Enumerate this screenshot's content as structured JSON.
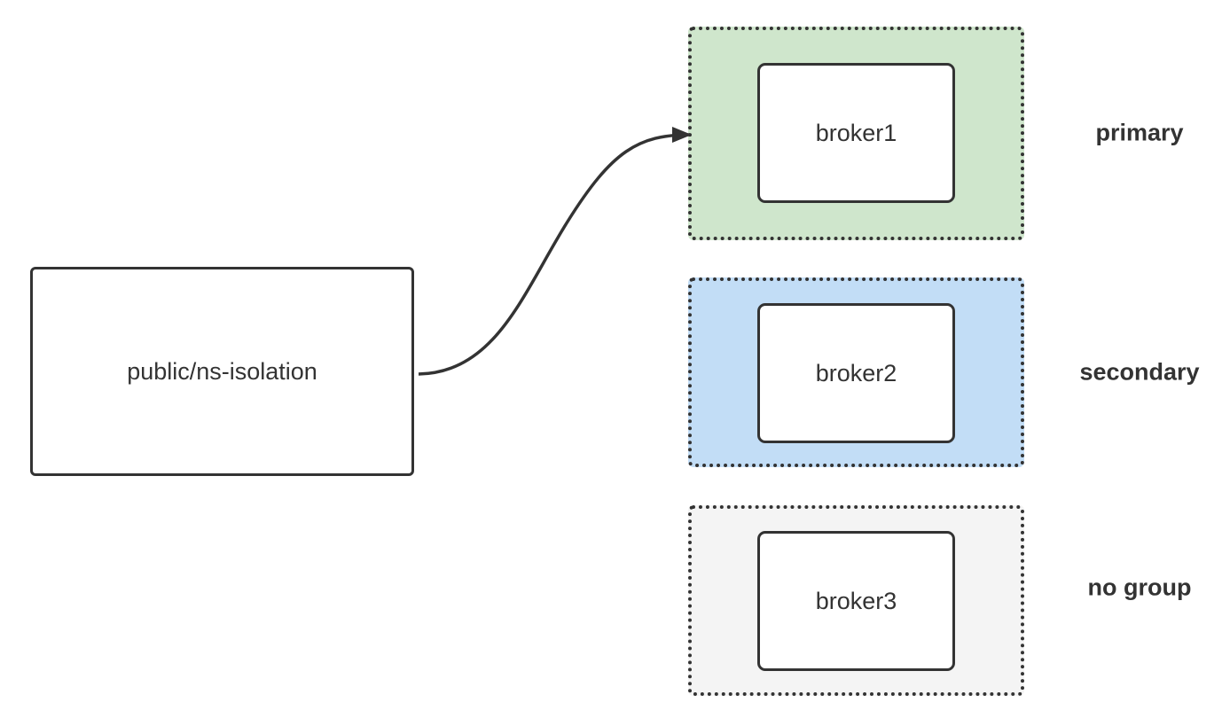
{
  "namespace": {
    "label": "public/ns-isolation"
  },
  "groups": [
    {
      "role": "primary",
      "broker": "broker1",
      "fill": "#cfe6cc"
    },
    {
      "role": "secondary",
      "broker": "broker2",
      "fill": "#c2ddf6"
    },
    {
      "role": "no group",
      "broker": "broker3",
      "fill": "#f4f4f4"
    }
  ],
  "colors": {
    "stroke": "#333333",
    "text": "#333333",
    "background": "#ffffff"
  }
}
